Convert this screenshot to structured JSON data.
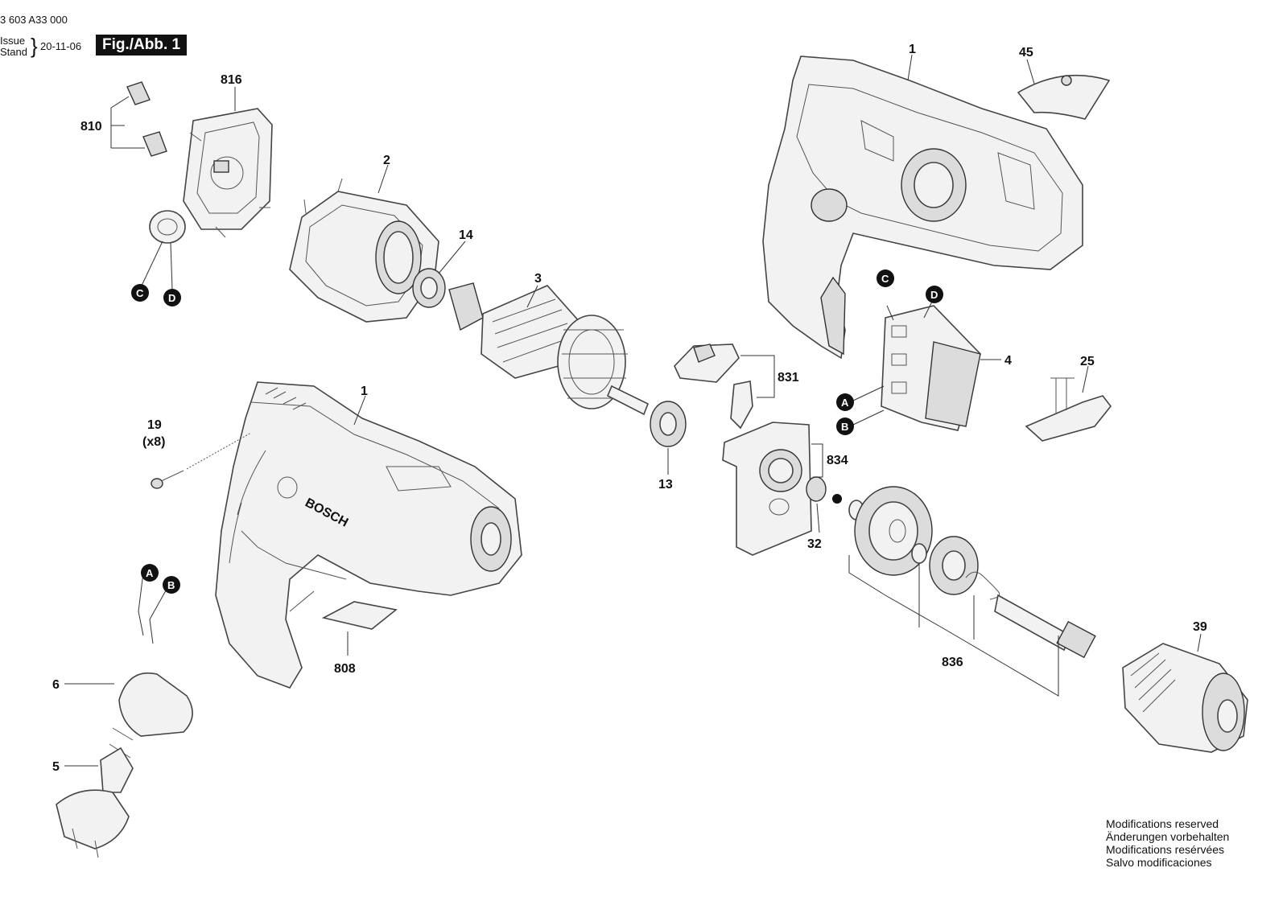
{
  "header": {
    "doc_number": "3 603 A33 000",
    "issue_label": "Issue",
    "stand_label": "Stand",
    "date": "20-11-06",
    "fig_label": "Fig./Abb. 1"
  },
  "callouts": {
    "c816": "816",
    "c810": "810",
    "c2": "2",
    "c14": "14",
    "c3": "3",
    "c1_top": "1",
    "c45": "45",
    "c4": "4",
    "c25": "25",
    "c831": "831",
    "c834": "834",
    "c32": "32",
    "c13": "13",
    "c1_mid": "1",
    "c19": "19",
    "c19_qty": "(x8)",
    "c808": "808",
    "c836": "836",
    "c39": "39",
    "c6": "6",
    "c5": "5"
  },
  "connectors": {
    "A": "A",
    "B": "B",
    "C": "C",
    "D": "D"
  },
  "housing_brand": "BOSCH",
  "notice": [
    "Modifications reserved",
    "Änderungen vorbehalten",
    "Modifications resérvées",
    "Salvo modificaciones"
  ]
}
